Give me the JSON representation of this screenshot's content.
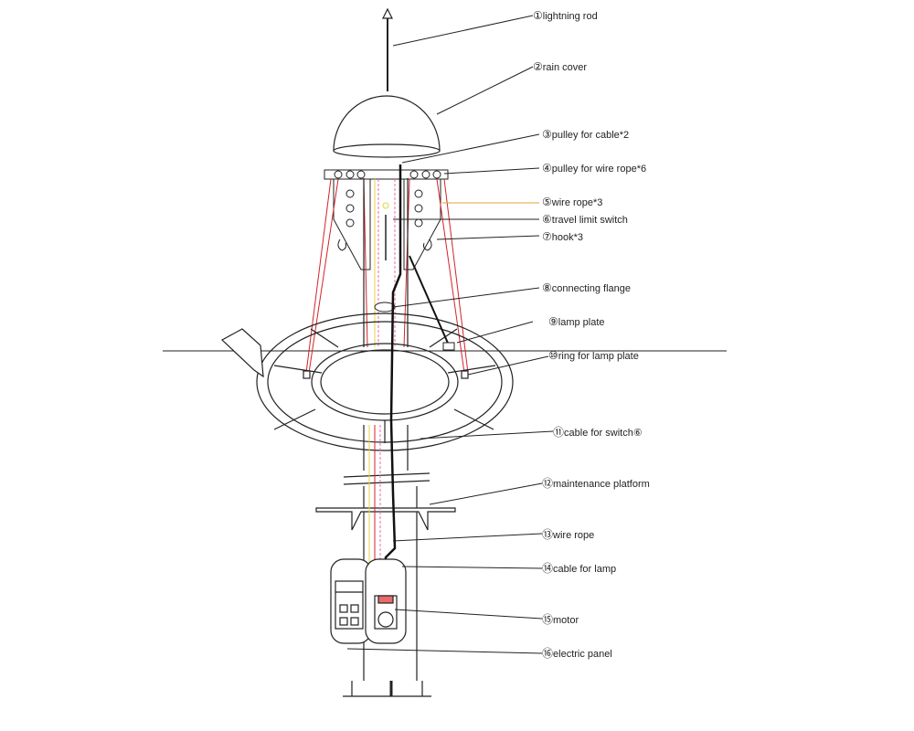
{
  "colors": {
    "line": "#222222",
    "wire_rope": "#d2232a",
    "wire_rope_label": "#e7a23a",
    "cable": "#111111",
    "yellow": "#e8d23c",
    "pink": "#e86bb0",
    "gray": "#9a9a9a"
  },
  "labels": [
    {
      "num": "①",
      "text": "lightning rod"
    },
    {
      "num": "②",
      "text": "rain cover"
    },
    {
      "num": "③",
      "text": "pulley for cable*2"
    },
    {
      "num": "④",
      "text": "pulley for wire rope*6"
    },
    {
      "num": "⑤",
      "text": "wire rope*3"
    },
    {
      "num": "⑥",
      "text": "travel limit switch"
    },
    {
      "num": "⑦",
      "text": "hook*3"
    },
    {
      "num": "⑧",
      "text": "connecting flange"
    },
    {
      "num": "⑨",
      "text": "lamp plate"
    },
    {
      "num": "⑩",
      "text": "ring for lamp plate"
    },
    {
      "num": "⑪",
      "text": "cable for switch⑥"
    },
    {
      "num": "⑫",
      "text": "maintenance platform"
    },
    {
      "num": "⑬",
      "text": "wire rope"
    },
    {
      "num": "⑭",
      "text": "cable for lamp"
    },
    {
      "num": "⑮",
      "text": "motor"
    },
    {
      "num": "⑯",
      "text": "electric panel"
    }
  ]
}
